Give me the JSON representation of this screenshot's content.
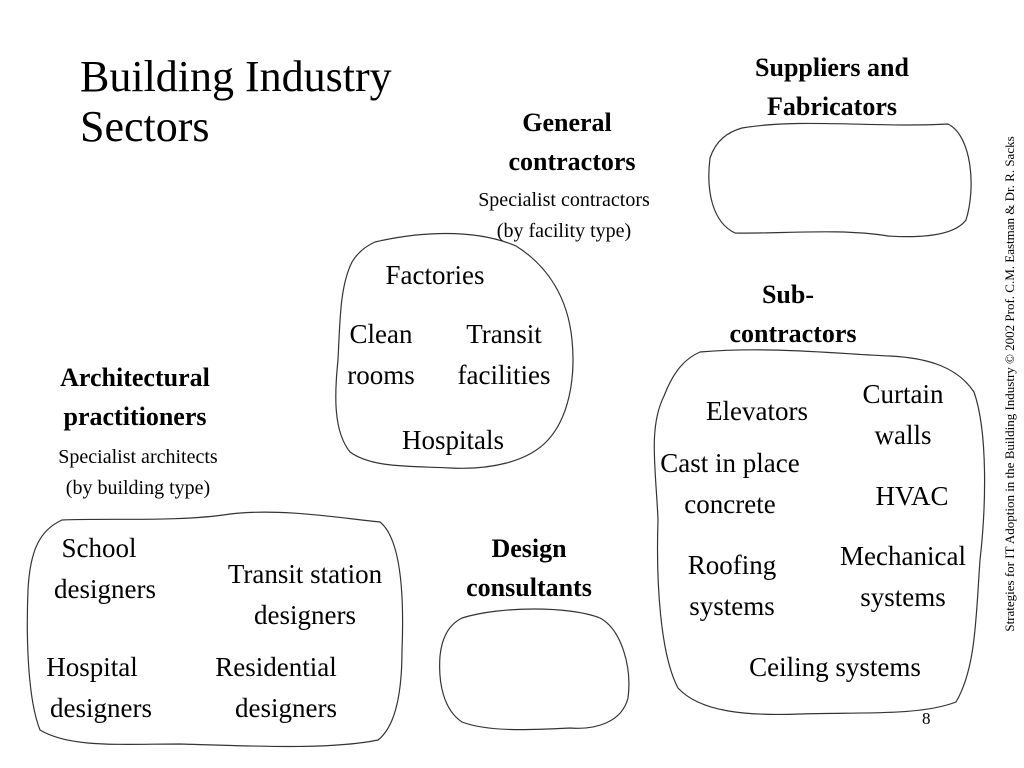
{
  "title": [
    "Building Industry",
    "Sectors"
  ],
  "suppliers": {
    "title": [
      "Suppliers and",
      "Fabricators"
    ]
  },
  "general_contractors": {
    "title": [
      "General",
      "contractors"
    ],
    "specialist": [
      "Specialist contractors",
      "(by facility type)"
    ],
    "items": [
      {
        "lines": [
          "Factories"
        ]
      },
      {
        "lines": [
          "Clean",
          "rooms"
        ]
      },
      {
        "lines": [
          "Transit",
          "facilities"
        ]
      },
      {
        "lines": [
          "Hospitals"
        ]
      }
    ]
  },
  "subcontractors": {
    "title": [
      "Sub-",
      "contractors"
    ],
    "items": [
      {
        "lines": [
          "Elevators"
        ]
      },
      {
        "lines": [
          "Curtain",
          "walls"
        ]
      },
      {
        "lines": [
          "Cast in place",
          "concrete"
        ]
      },
      {
        "lines": [
          "HVAC"
        ]
      },
      {
        "lines": [
          "Roofing",
          "systems"
        ]
      },
      {
        "lines": [
          "Mechanical",
          "systems"
        ]
      },
      {
        "lines": [
          "Ceiling systems"
        ]
      }
    ]
  },
  "architectural": {
    "title": [
      "Architectural",
      "practitioners"
    ],
    "specialist": [
      "Specialist architects",
      "(by building type)"
    ],
    "items": [
      {
        "lines": [
          "School",
          "designers"
        ]
      },
      {
        "lines": [
          "Transit station",
          "designers"
        ]
      },
      {
        "lines": [
          "Hospital",
          "designers"
        ]
      },
      {
        "lines": [
          "Residential",
          "designers"
        ]
      }
    ]
  },
  "design_consultants": {
    "title": [
      "Design",
      "consultants"
    ]
  },
  "side_text": "Strategies for IT Adoption in the Building Industry © 2002 Prof. C.M. Eastman  & Dr. R. Sacks",
  "page_number": "8"
}
